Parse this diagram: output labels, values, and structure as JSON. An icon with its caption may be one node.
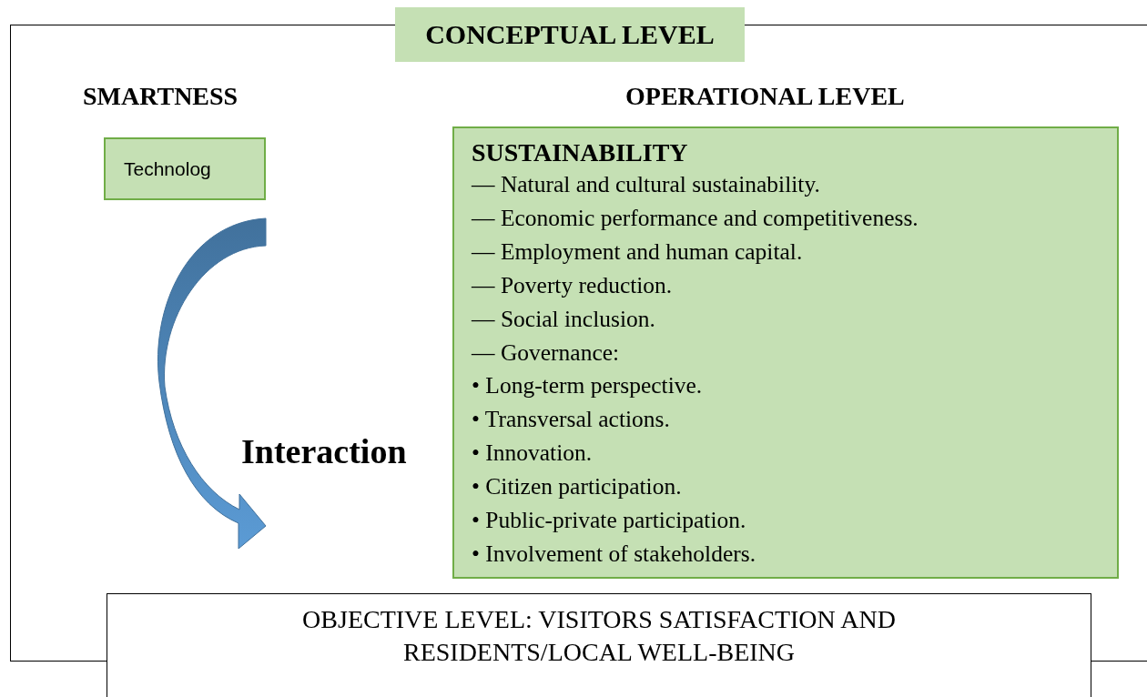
{
  "diagram": {
    "nodes": [
      {
        "text": [
          "CONCEPTUAL LEVEL"
        ]
      },
      {
        "text": [
          "Technolog"
        ]
      },
      {
        "text": [
          "SUSTAINABILITY",
          "— Natural and cultural sustainability.",
          "— Economic performance and competitiveness.",
          "— Employment and human capital.",
          "— Poverty reduction.",
          "— Social inclusion.",
          "— Governance:",
          "• Long-term perspective.",
          "• Transversal actions.",
          "• Innovation.",
          "• Citizen participation.",
          "• Public-private participation.",
          "• Involvement of stakeholders."
        ]
      },
      {
        "text": [
          "OBJECTIVE LEVEL: VISITORS SATISFACTION AND RESIDENTS/LOCAL WELL-BEING"
        ]
      }
    ],
    "edges": [
      {
        "from": 1,
        "to": 2,
        "arrow": "to",
        "label": "Interaction"
      }
    ],
    "labels": [
      "SMARTNESS",
      "OPERATIONAL LEVEL"
    ]
  }
}
